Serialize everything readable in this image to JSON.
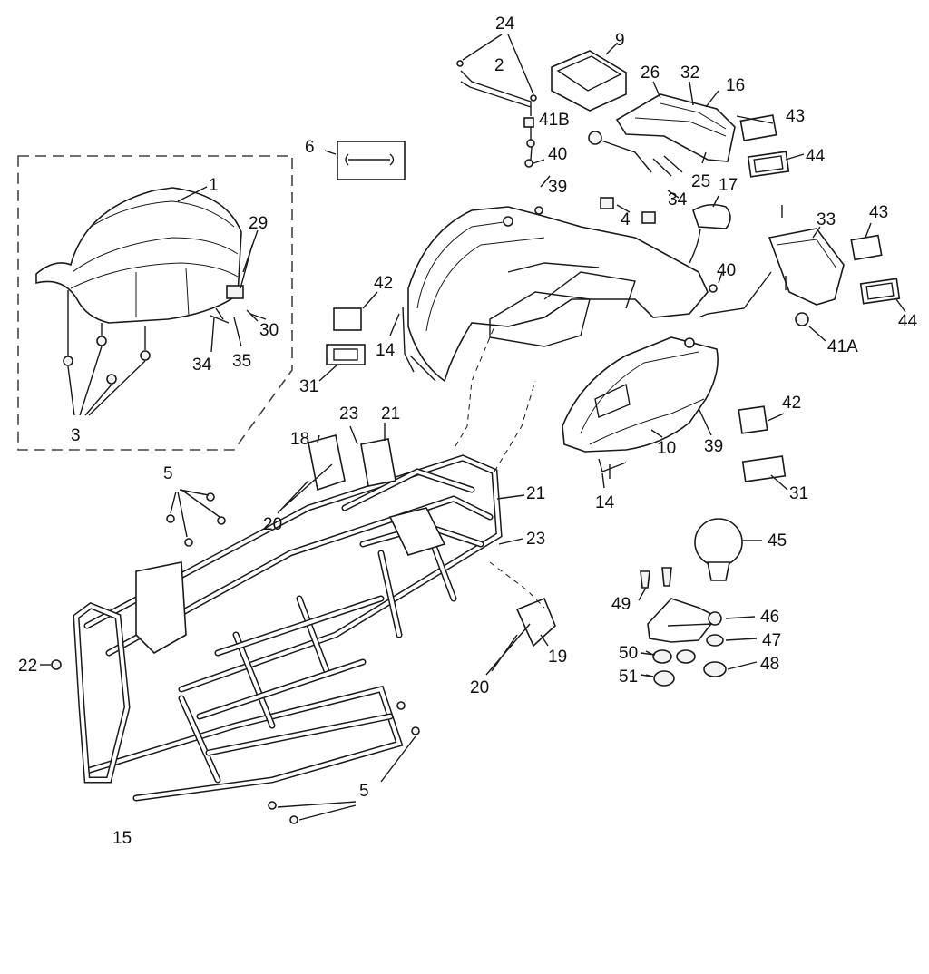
{
  "diagram": {
    "callouts": {
      "c1": "1",
      "c2": "2",
      "c3": "3",
      "c4": "4",
      "c5a": "5",
      "c5b": "5",
      "c6": "6",
      "c9": "9",
      "c10": "10",
      "c14a": "14",
      "c14b": "14",
      "c15": "15",
      "c16": "16",
      "c17": "17",
      "c18": "18",
      "c19": "19",
      "c20a": "20",
      "c20b": "20",
      "c21a": "21",
      "c21b": "21",
      "c22": "22",
      "c23a": "23",
      "c23b": "23",
      "c24": "24",
      "c25": "25",
      "c26": "26",
      "c29": "29",
      "c30": "30",
      "c31a": "31",
      "c31b": "31",
      "c32": "32",
      "c33": "33",
      "c34a": "34",
      "c34b": "34",
      "c35": "35",
      "c39a": "39",
      "c39b": "39",
      "c40a": "40",
      "c40b": "40",
      "c41a": "41A",
      "c41b": "41B",
      "c42a": "42",
      "c42b": "42",
      "c43a": "43",
      "c43b": "43",
      "c44a": "44",
      "c44b": "44",
      "c45": "45",
      "c46": "46",
      "c47": "47",
      "c48": "48",
      "c49": "49",
      "c50": "50",
      "c51": "51"
    }
  }
}
